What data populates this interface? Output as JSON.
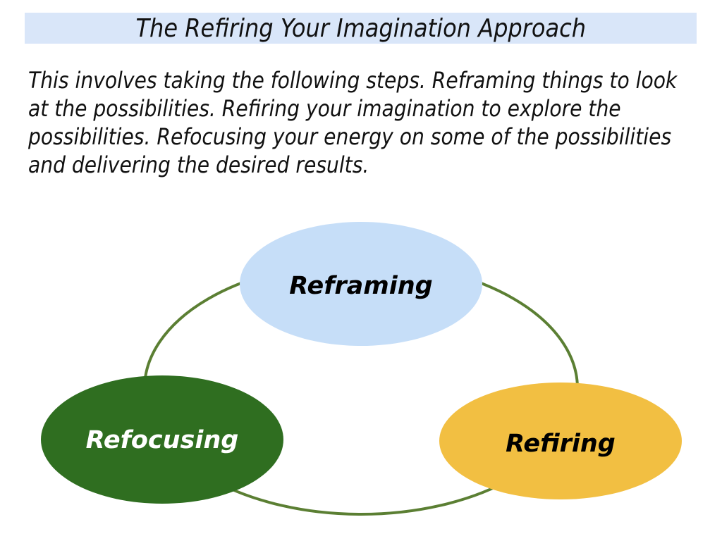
{
  "page": {
    "title": "The Refiring Your Imagination Approach",
    "intro": {
      "lines": [
        "This involves taking the following steps. Reframing things to look",
        "at the possibilities. Refiring your imagination to explore the",
        "possibilities. Refocusing your energy on some of the possibilities",
        "and delivering the desired results."
      ]
    }
  },
  "colors": {
    "title_bar_bg": "#d9e6f9",
    "body_text": "#111111",
    "ring_stroke": "#5b7f33"
  },
  "diagram": {
    "ring": {
      "color": "#5b7f33"
    },
    "nodes": [
      {
        "label": "Reframing",
        "fill": "#c6def8",
        "text_color": "#000000"
      },
      {
        "label": "Refocusing",
        "fill": "#2f6e20",
        "text_color": "#ffffff"
      },
      {
        "label": "Refiring",
        "fill": "#f2bf42",
        "text_color": "#000000"
      }
    ]
  }
}
